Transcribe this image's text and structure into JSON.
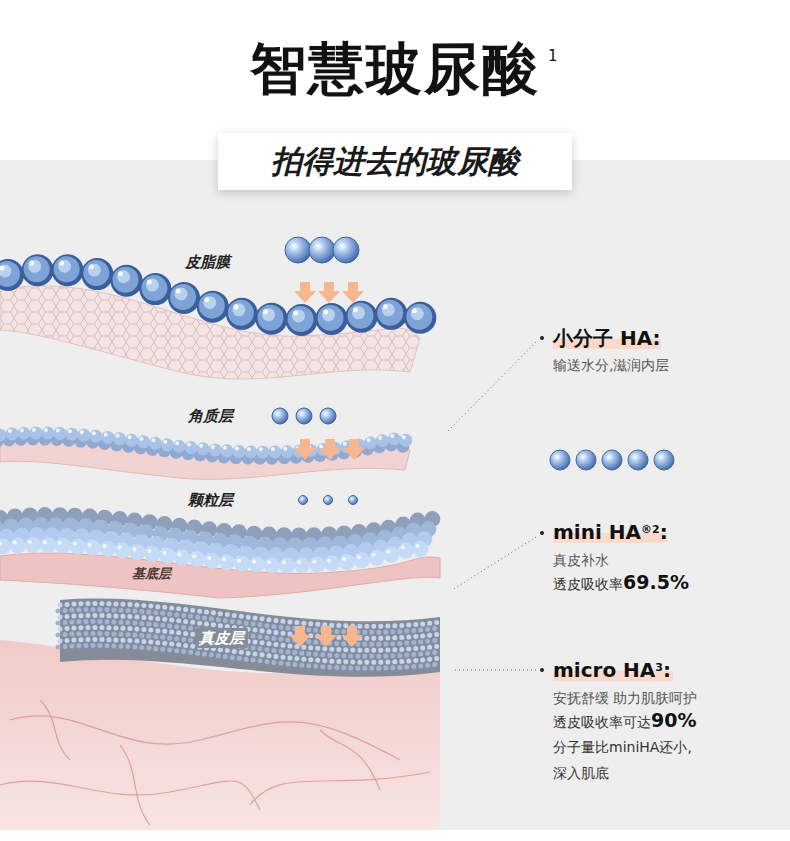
{
  "diagram": {
    "title": "智慧玻尿酸",
    "nodes": [
      {
        "text": [
          "拍得进去的玻尿酸"
        ]
      }
    ],
    "labels": [
      "1",
      "皮脂膜",
      "角质层",
      "颗粒层",
      "基底层",
      "真皮层",
      "小分子 HA:",
      "输送水分,滋润内层",
      "mini HA",
      "®2",
      ":",
      "真皮补水",
      "透皮吸收率",
      "69.5%",
      "micro HA",
      "3",
      ":",
      "安抚舒缓 助力肌肤呵护",
      "透皮吸收率可达",
      "90%",
      "分子量比miniHA还小, 深入肌底"
    ]
  }
}
